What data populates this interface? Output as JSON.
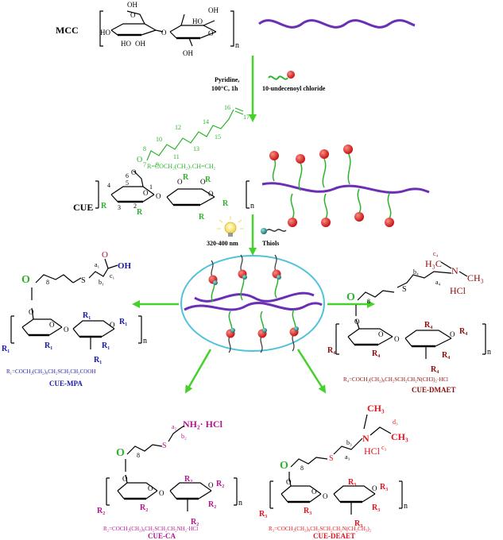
{
  "colors": {
    "black": "#000000",
    "green": "#2db32d",
    "arrow_green": "#45d12b",
    "blue": "#1a1aa6",
    "darkred": "#8b0a0a",
    "magenta": "#b5168f",
    "red": "#e4141e",
    "chain": "#6b2fb5",
    "ellipse": "#4fc3d9",
    "bead_red": "#d42020",
    "bead_teal": "#2e8b8b"
  },
  "mcc": {
    "label": "MCC",
    "oh": [
      "OH",
      "OH",
      "OH",
      "OH",
      "O",
      "HO",
      "HO",
      "O",
      "HO"
    ],
    "sub": "n"
  },
  "step1": {
    "conditions_line1": "Pyridine,",
    "conditions_line2": "100°C, 1h",
    "reagent": "10-undecenoyl chloride"
  },
  "cue": {
    "label": "CUE",
    "r_def": "R=COCH₂(CH₂)₇CH=CH₂",
    "chain_numbers": [
      "16",
      "17",
      "14",
      "15",
      "12",
      "13",
      "10",
      "11",
      "8",
      "9",
      "7",
      "O"
    ],
    "ring_numbers": [
      "4",
      "5",
      "6",
      "1",
      "2",
      "3"
    ],
    "r_groups": [
      "R",
      "R",
      "R",
      "R",
      "R",
      "R"
    ],
    "ring_o": [
      "O",
      "O",
      "O",
      "O",
      "O",
      "O"
    ],
    "sub": "n"
  },
  "step2": {
    "light": "320-400 nm",
    "reagent": "Thiols"
  },
  "products": {
    "mpa": {
      "label": "CUE-MPA",
      "r_def": "R₁=COCH₂(CH₂)₈CH₂SCH₂CH₂COOH",
      "oh": "OH",
      "o": "O",
      "s": "S",
      "eight": "8",
      "a1": "a₁",
      "b1": "b₁",
      "c1": "c₁",
      "r": [
        "R₁",
        "R₁",
        "R₁",
        "R₁",
        "R₁",
        "R₁"
      ],
      "sub": "n"
    },
    "dmaet": {
      "label": "CUE-DMAET",
      "r_def": "R₄=COCH₂(CH₂)₈CH₂SCH₂CH₂N(CH3)₂·HCl",
      "h3c": "H₃C",
      "n": "N",
      "ch3": "CH₃",
      "hcl": "HCl",
      "c4": "c₄",
      "b4": "b₄",
      "a4": "a₄",
      "s": "S",
      "o": "O",
      "eight": "8",
      "r": [
        "R₄",
        "R₄",
        "R₄",
        "R₄",
        "R₄",
        "R₄"
      ],
      "sub": "n"
    },
    "ca": {
      "label": "CUE-CA",
      "r_def": "R₂=COCH₂(CH₂)₈CH₂SCH₂CH₂NH₂·HCl",
      "amine": "NH₂· HCl",
      "a2": "a₂",
      "b2": "b₂",
      "s": "S",
      "o": "O",
      "eight": "8",
      "r": [
        "R₂",
        "R₂",
        "R₂",
        "R₂",
        "R₂",
        "R₂"
      ],
      "sub": "n"
    },
    "deaet": {
      "label": "CUE-DEAET",
      "r_def": "R₃=COCH₂(CH₂)₈CH₂SCH₂CH₂N(CH₂CH₃)₂",
      "ch3_top": "CH₃",
      "ch3_right": "CH₃",
      "n": "N",
      "hcl": "HCl",
      "d3": "d₃",
      "b3": "b₃",
      "a3": "a₃",
      "c3": "c₃",
      "s": "S",
      "o": "O",
      "eight": "8",
      "r": [
        "R₃",
        "R₃",
        "R₃",
        "R₃",
        "R₃",
        "R₃"
      ],
      "sub": "n"
    }
  }
}
